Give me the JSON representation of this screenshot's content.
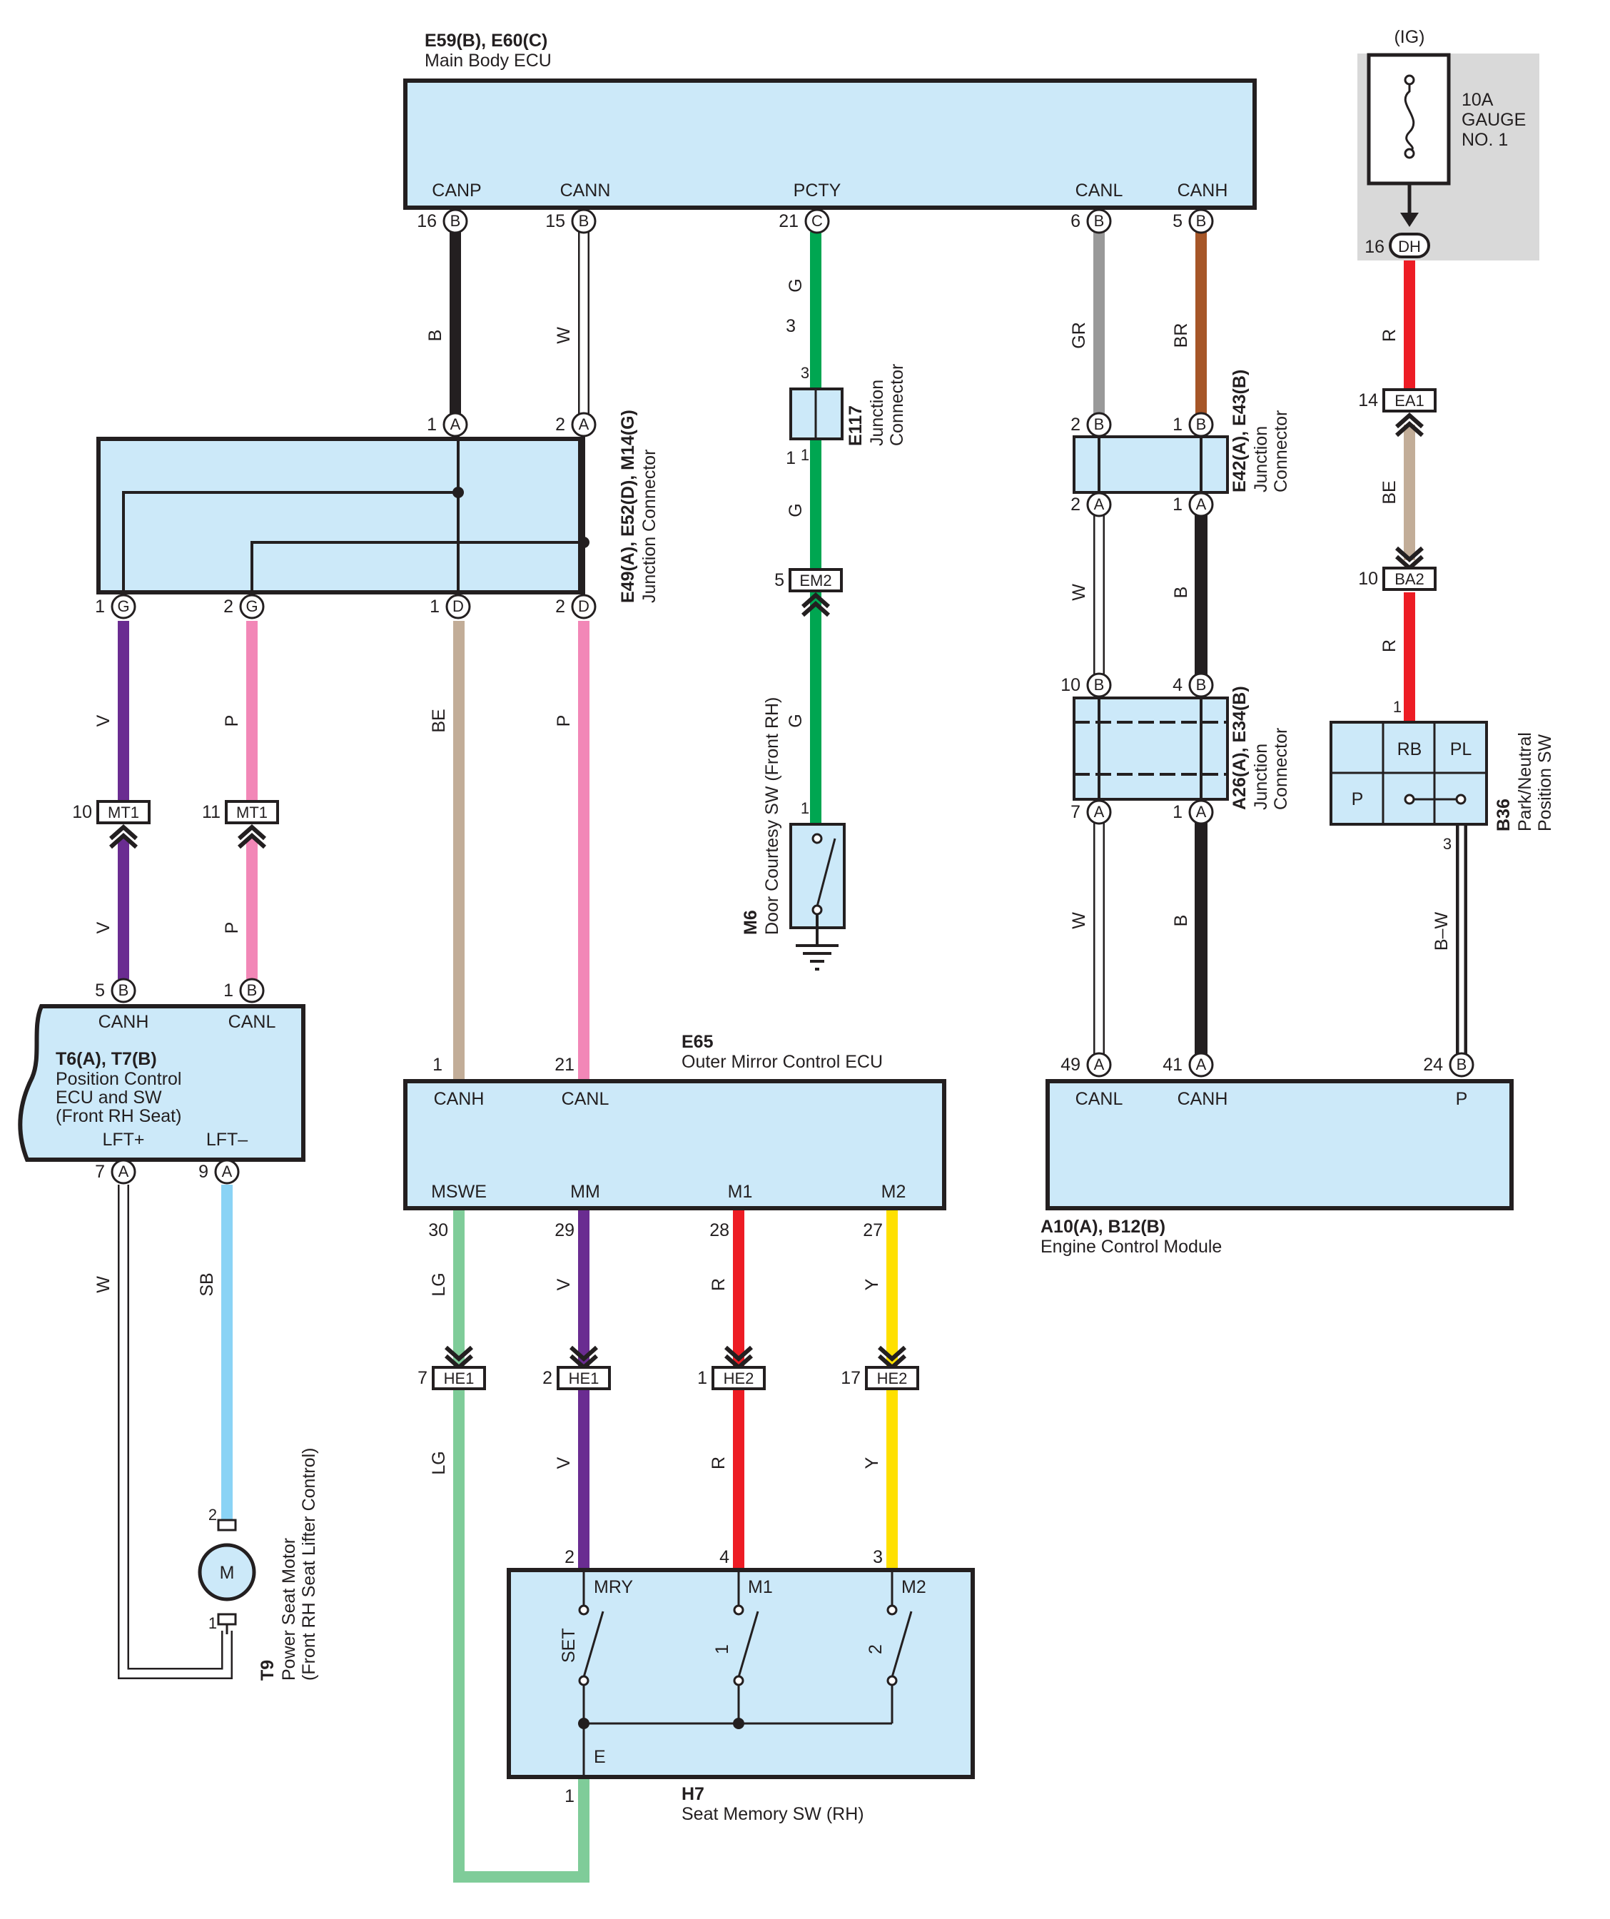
{
  "colors": {
    "B": "#231f20",
    "W": "#ffffff",
    "G": "#00a651",
    "GR": "#999999",
    "BR": "#a65628",
    "R": "#ed1c24",
    "BE": "#c2ad98",
    "V": "#6a2c91",
    "P": "#f287b7",
    "SB": "#8ad3f5",
    "LG": "#7fcc99",
    "Y": "#ffe000",
    "BW": "#231f20",
    "box": "#cce9f9"
  },
  "fuse": {
    "ig": "(IG)",
    "rating": "10A",
    "name1": "GAUGE",
    "name2": "NO. 1"
  },
  "components": {
    "main_ecu": {
      "code": "E59(B), E60(C)",
      "name": "Main Body ECU",
      "pins": [
        "CANP",
        "CANN",
        "PCTY",
        "CANL",
        "CANH"
      ]
    },
    "jc_e49": {
      "code": "E49(A), E52(D), M14(G)",
      "name": "Junction Connector"
    },
    "jc_e117": {
      "code": "E117",
      "name1": "Junction",
      "name2": "Connector"
    },
    "jc_e42": {
      "code": "E42(A), E43(B)",
      "name1": "Junction",
      "name2": "Connector"
    },
    "jc_a26": {
      "code": "A26(A), E34(B)",
      "name1": "Junction",
      "name2": "Connector"
    },
    "m6": {
      "code": "M6",
      "name": "Door Courtesy SW (Front RH)"
    },
    "b36": {
      "code": "B36",
      "name1": "Park/Neutral",
      "name2": "Position SW",
      "pins": [
        "RB",
        "PL",
        "P"
      ]
    },
    "t6": {
      "code": "T6(A), T7(B)",
      "name1": "Position Control",
      "name2": "ECU and SW",
      "name3": "(Front RH Seat)",
      "pins": [
        "CANH",
        "CANL",
        "LFT+",
        "LFT–"
      ]
    },
    "e65": {
      "code": "E65",
      "name": "Outer Mirror Control ECU",
      "pins": [
        "CANH",
        "CANL",
        "MSWE",
        "MM",
        "M1",
        "M2"
      ]
    },
    "ecm": {
      "code": "A10(A), B12(B)",
      "name": "Engine Control Module",
      "pins": [
        "CANL",
        "CANH",
        "P"
      ]
    },
    "h7": {
      "code": "H7",
      "name": "Seat Memory SW (RH)",
      "pins": [
        "MRY",
        "M1",
        "M2",
        "E"
      ],
      "switches": [
        "SET",
        "1",
        "2"
      ]
    },
    "t9": {
      "code": "T9",
      "name1": "Power Seat Motor",
      "name2": "(Front RH Seat Lifter Control)",
      "motor": "M"
    }
  },
  "connectors": {
    "ea1": "EA1",
    "ba2": "BA2",
    "em2": "EM2",
    "dh": "DH",
    "mt1": "MT1",
    "he1": "HE1",
    "he2": "HE2"
  },
  "terminals": {
    "A": "A",
    "B": "B",
    "C": "C",
    "D": "D",
    "G": "G"
  },
  "pin_numbers": {
    "main_canp": "16",
    "main_cann": "15",
    "main_pcty": "21",
    "main_canl": "6",
    "main_canh": "5",
    "fuse_dh": "16",
    "ea1": "14",
    "ba2": "10",
    "b36_in": "1",
    "b36_out": "3",
    "jc_a1": "1",
    "jc_a2": "2",
    "jc_g1": "1",
    "jc_g2": "2",
    "jc_d1": "1",
    "jc_d2": "2",
    "e117_3": "3",
    "e117_1": "1",
    "em2": "5",
    "m6": "1",
    "e42_b2": "2",
    "e42_b1": "1",
    "e42_a2": "2",
    "e42_a1": "1",
    "a26_b10": "10",
    "a26_b4": "4",
    "a26_a7": "7",
    "a26_a1": "1",
    "mt1_10": "10",
    "mt1_11": "11",
    "t6_b5": "5",
    "t6_b1": "1",
    "t6_a7": "7",
    "t6_a9": "9",
    "e65_1": "1",
    "e65_21": "21",
    "e65_30": "30",
    "e65_29": "29",
    "e65_28": "28",
    "e65_27": "27",
    "ecm_49": "49",
    "ecm_41": "41",
    "ecm_24": "24",
    "he1_7": "7",
    "he1_2": "2",
    "he2_1": "1",
    "he2_17": "17",
    "h7_2": "2",
    "h7_4": "4",
    "h7_3": "3",
    "h7_1": "1",
    "t9_2": "2",
    "t9_1": "1"
  },
  "wire_labels": {
    "B": "B",
    "W": "W",
    "G": "G",
    "GR": "GR",
    "BR": "BR",
    "R": "R",
    "BE": "BE",
    "V": "V",
    "P": "P",
    "SB": "SB",
    "LG": "LG",
    "Y": "Y",
    "BW": "B–W"
  }
}
